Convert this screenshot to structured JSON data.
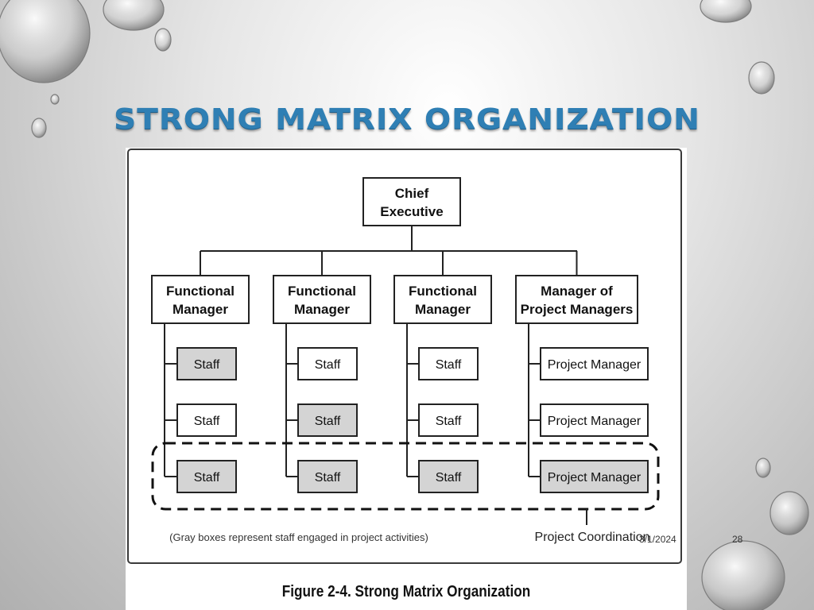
{
  "slide": {
    "title": "STRONG MATRIX ORGANIZATION",
    "date": "3/1/2024",
    "page_number": "28"
  },
  "diagram": {
    "top": [
      "Chief",
      "Executive"
    ],
    "columns": [
      {
        "head": [
          "Functional",
          "Manager"
        ],
        "items": [
          {
            "label": "Staff",
            "gray": true
          },
          {
            "label": "Staff",
            "gray": false
          },
          {
            "label": "Staff",
            "gray": true
          }
        ]
      },
      {
        "head": [
          "Functional",
          "Manager"
        ],
        "items": [
          {
            "label": "Staff",
            "gray": false
          },
          {
            "label": "Staff",
            "gray": true
          },
          {
            "label": "Staff",
            "gray": true
          }
        ]
      },
      {
        "head": [
          "Functional",
          "Manager"
        ],
        "items": [
          {
            "label": "Staff",
            "gray": false
          },
          {
            "label": "Staff",
            "gray": false
          },
          {
            "label": "Staff",
            "gray": true
          }
        ]
      },
      {
        "head": [
          "Manager of",
          "Project Managers"
        ],
        "items": [
          {
            "label": "Project Manager",
            "gray": false
          },
          {
            "label": "Project Manager",
            "gray": false
          },
          {
            "label": "Project Manager",
            "gray": true
          }
        ]
      }
    ],
    "note": "(Gray boxes represent staff engaged in project activities)",
    "coordination_label": "Project Coordination",
    "caption": "Figure 2-4. Strong Matrix Organization"
  },
  "colors": {
    "title": "#2f7fb4",
    "gray_box": "#d4d4d4",
    "line": "#222222"
  }
}
